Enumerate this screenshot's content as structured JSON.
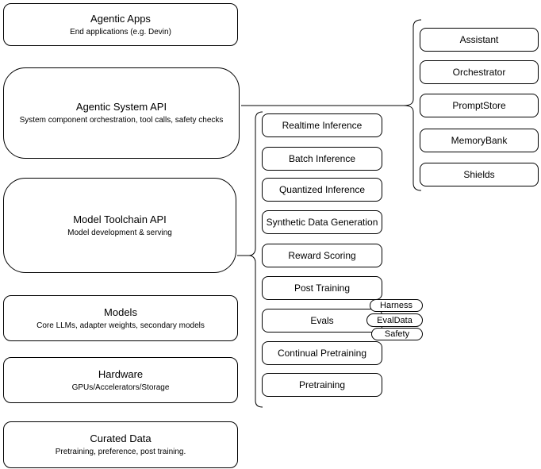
{
  "left": [
    {
      "title": "Agentic Apps",
      "subtitle": "End applications (e.g. Devin)"
    },
    {
      "title": "Agentic System API",
      "subtitle": "System component orchestration, tool calls, safety checks"
    },
    {
      "title": "Model Toolchain API",
      "subtitle": "Model development & serving"
    },
    {
      "title": "Models",
      "subtitle": "Core LLMs, adapter weights, secondary models"
    },
    {
      "title": "Hardware",
      "subtitle": "GPUs/Accelerators/Storage"
    },
    {
      "title": "Curated Data",
      "subtitle": "Pretraining, preference, post training."
    }
  ],
  "middle": [
    "Realtime Inference",
    "Batch Inference",
    "Quantized Inference",
    "Synthetic Data Generation",
    "Reward Scoring",
    "Post Training",
    "Evals",
    "Continual Pretraining",
    "Pretraining"
  ],
  "evals_tags": [
    "Harness",
    "EvalData",
    "Safety"
  ],
  "right": [
    "Assistant",
    "Orchestrator",
    "PromptStore",
    "MemoryBank",
    "Shields"
  ],
  "colors": {
    "stroke": "#000000",
    "fill": "#ffffff",
    "text": "#000000"
  }
}
